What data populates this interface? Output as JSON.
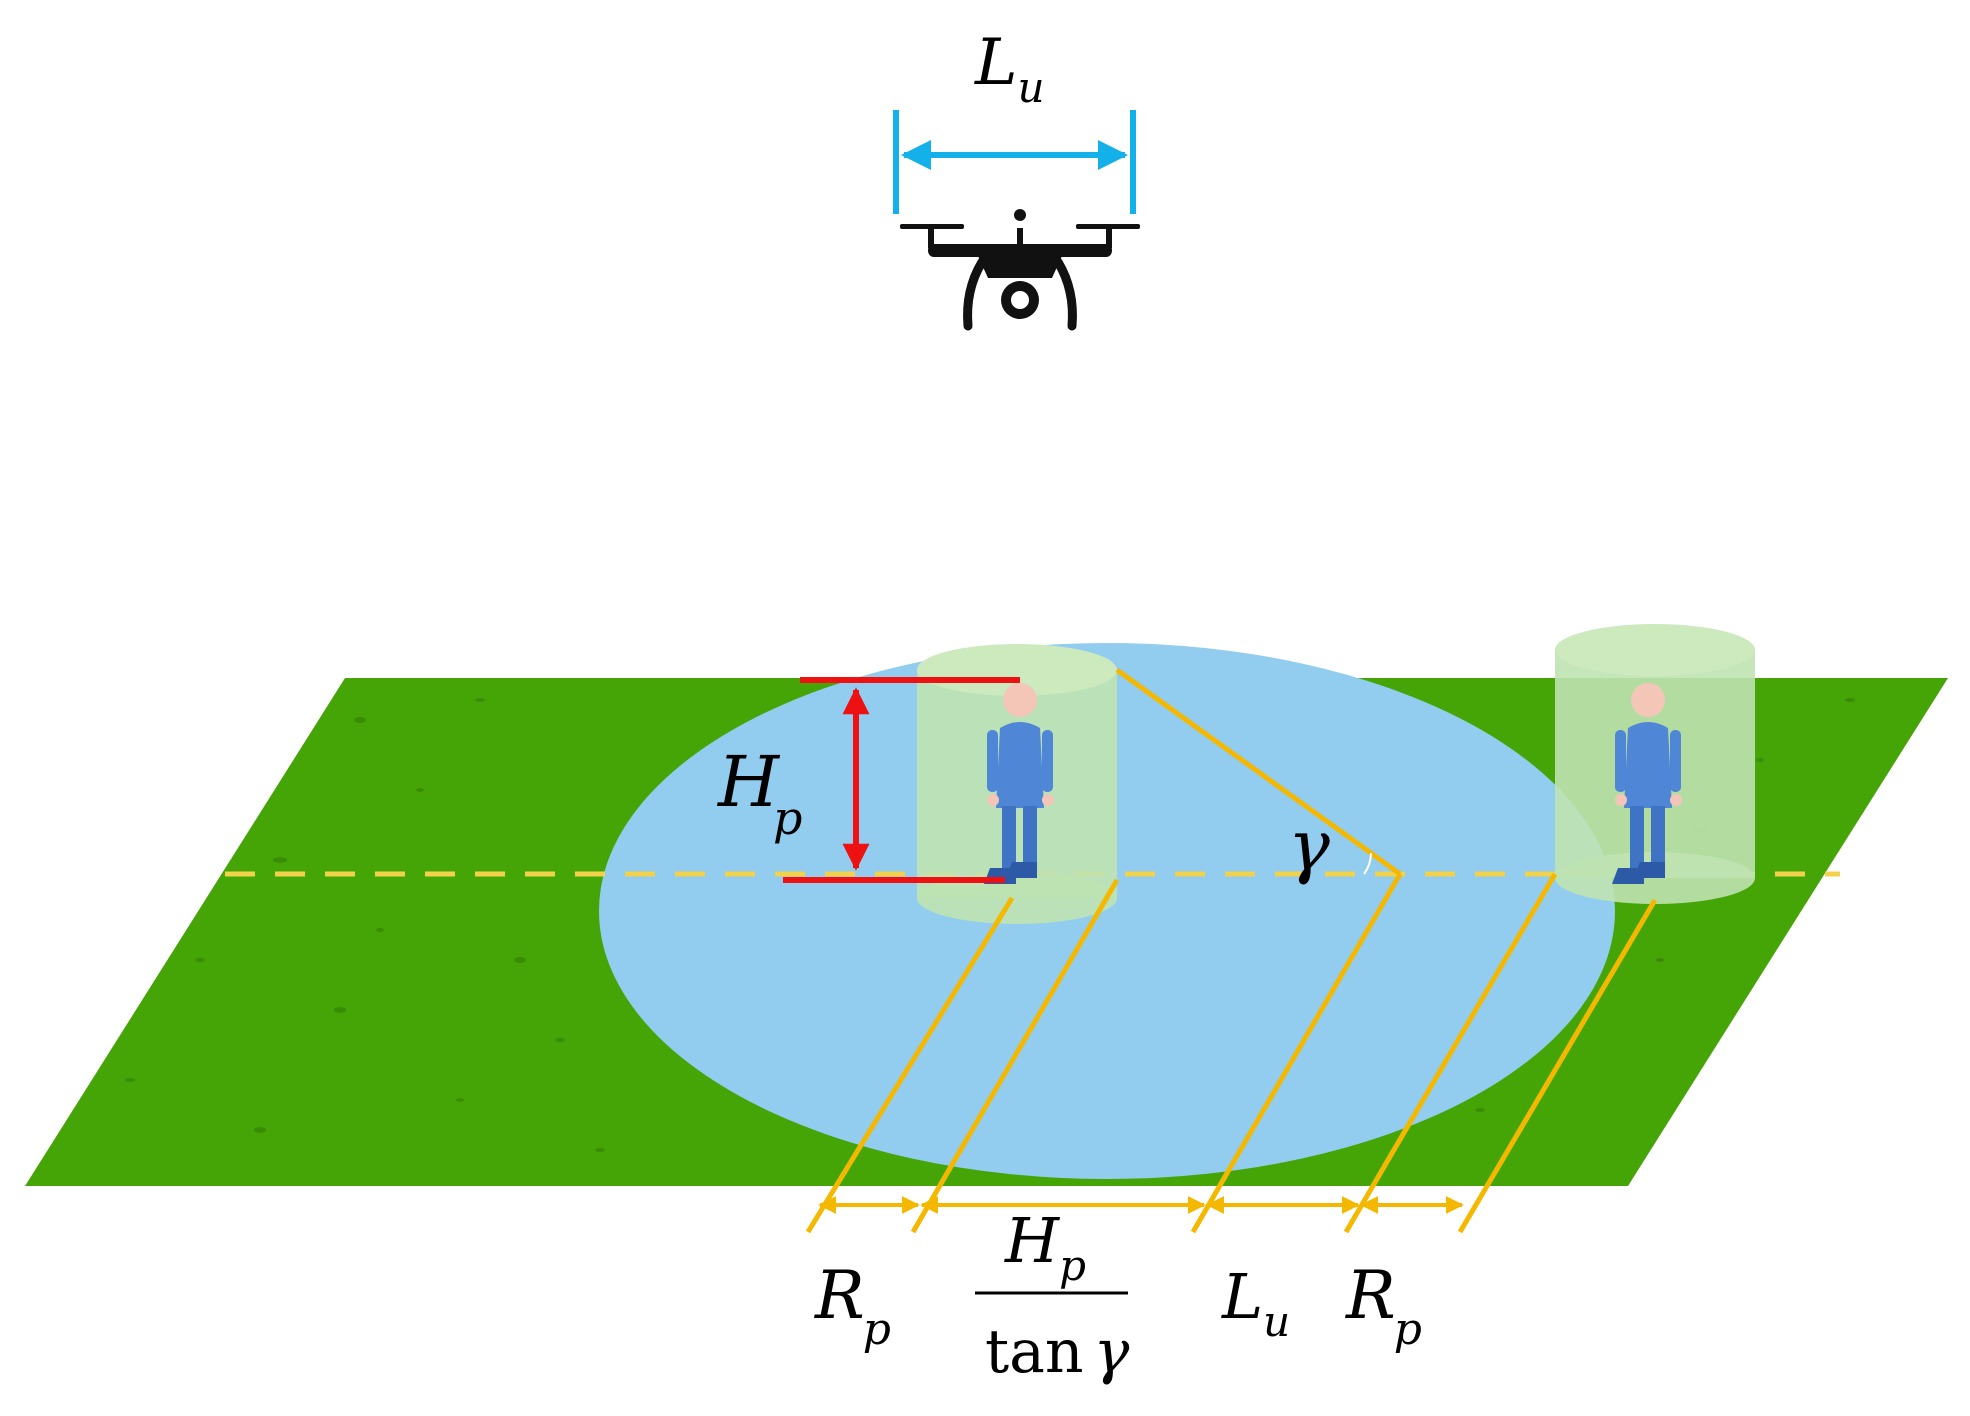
{
  "colors": {
    "ground": "#46a506",
    "ground_speck": "#2f7a06",
    "coverage": "#92ccef",
    "cylinder": "#bfe3b1",
    "dim_yellow": "#f5b800",
    "dashed_line": "#f2d24a",
    "height_red": "#ee1111",
    "width_blue": "#14b0ea",
    "drone": "#111111",
    "person_body": "#4f86d6",
    "person_head": "#f3c6b8"
  },
  "icons": {
    "drone": "drone-icon",
    "person": "person-icon"
  },
  "labels": {
    "top_width": {
      "main": "L",
      "sub": "u"
    },
    "height": {
      "main": "H",
      "sub": "p"
    },
    "angle": "γ",
    "bottom": {
      "radius_left": {
        "main": "R",
        "sub": "p"
      },
      "fraction": {
        "num_main": "H",
        "num_sub": "p",
        "den_func": "tan",
        "den_var": "γ"
      },
      "width": {
        "main": "L",
        "sub": "u"
      },
      "radius_right": {
        "main": "R",
        "sub": "p"
      }
    }
  }
}
